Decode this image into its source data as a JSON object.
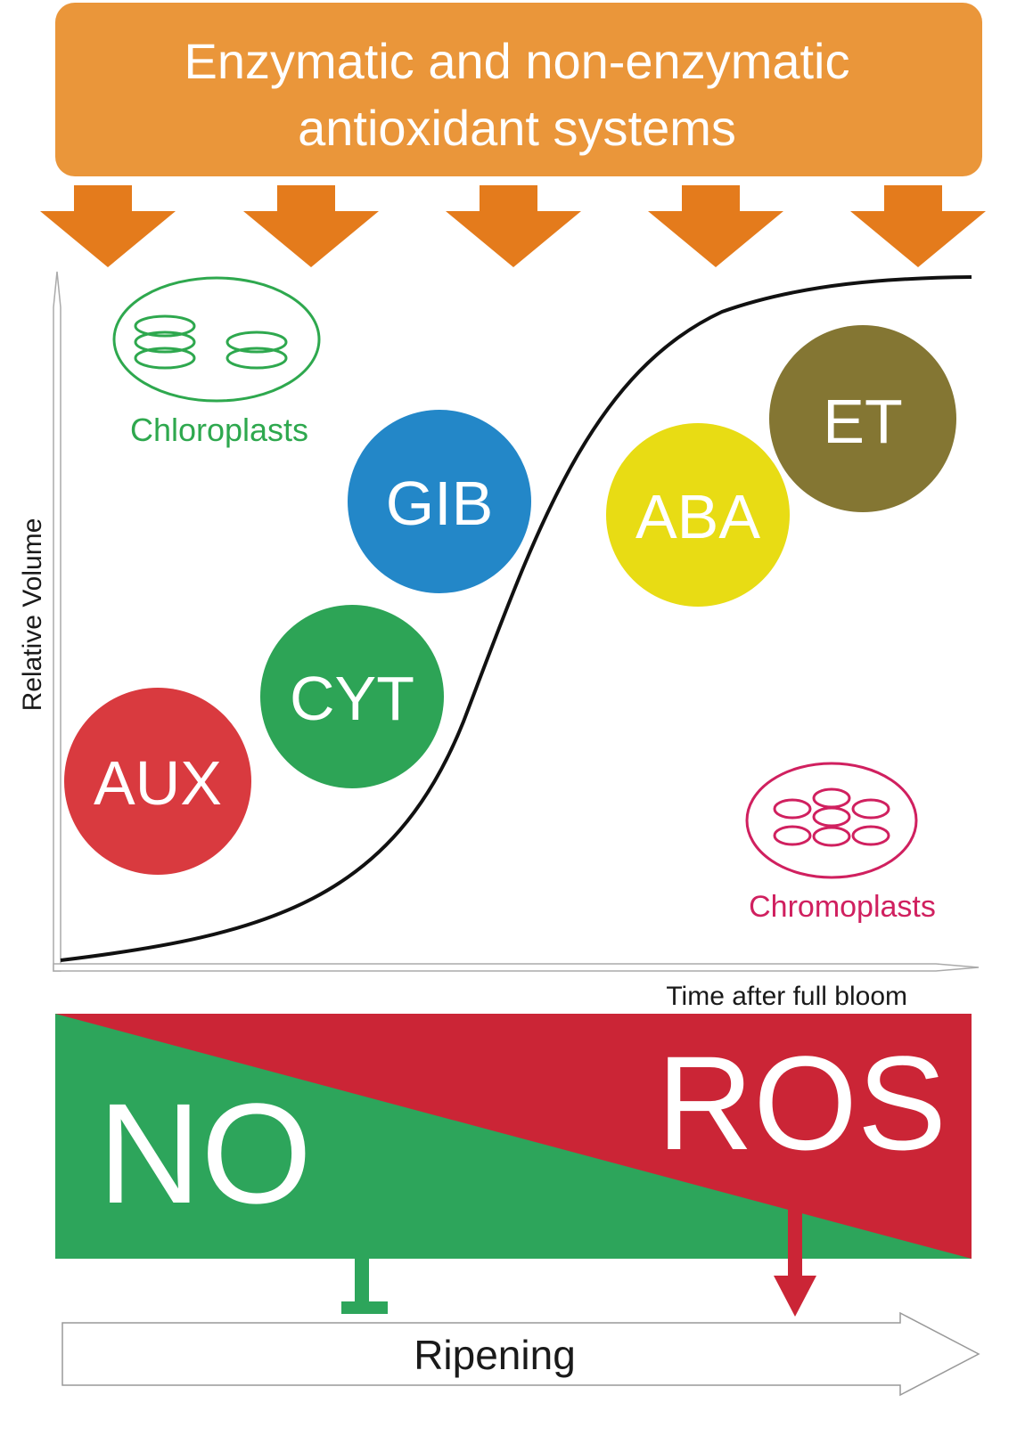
{
  "header": {
    "line1": "Enzymatic and non-enzymatic",
    "line2": "antioxidant systems",
    "color": "#EA963A",
    "arrow_color": "#E47B1C",
    "arrow_count": 5
  },
  "axes": {
    "ylabel": "Relative Volume",
    "xlabel": "Time after full bloom"
  },
  "plastids": {
    "chloroplasts": {
      "label": "Chloroplasts",
      "color": "#2EA84E"
    },
    "chromoplasts": {
      "label": "Chromoplasts",
      "color": "#D0205F"
    }
  },
  "hormones": [
    {
      "label": "AUX",
      "color": "#D93A3F"
    },
    {
      "label": "CYT",
      "color": "#2DA456"
    },
    {
      "label": "GIB",
      "color": "#2387C8"
    },
    {
      "label": "ABA",
      "color": "#E8DC14"
    },
    {
      "label": "ET",
      "color": "#847633"
    }
  ],
  "gradient": {
    "no_label": "NO",
    "ros_label": "ROS",
    "no_color": "#2DA55B",
    "ros_color": "#CB2536"
  },
  "ripening": {
    "label": "Ripening"
  }
}
